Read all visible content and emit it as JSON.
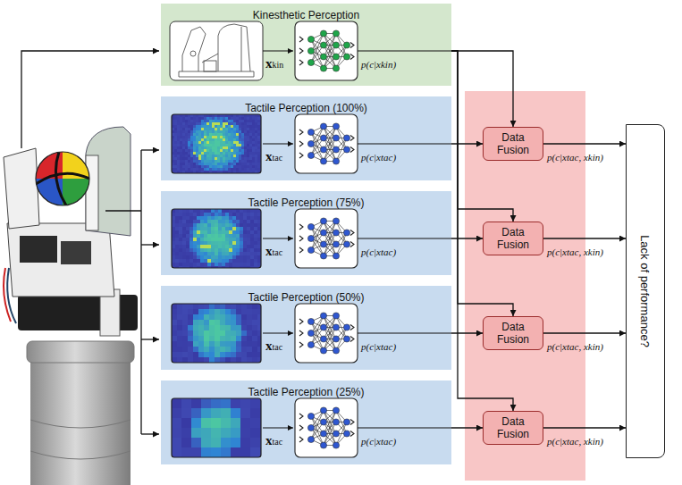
{
  "diagram": {
    "nodes": [
      {
        "text": [
          "Kinesthetic Perception",
          "xkin",
          "p(c|xkin)"
        ]
      },
      {
        "text": [
          "Tactile Perception (100%)",
          "xtac",
          "p(c|xtac)"
        ]
      },
      {
        "text": [
          "Tactile Perception (75%)",
          "xtac",
          "p(c|xtac)"
        ]
      },
      {
        "text": [
          "Tactile Perception (50%)",
          "xtac",
          "p(c|xtac)"
        ]
      },
      {
        "text": [
          "Tactile Perception (25%)",
          "xtac",
          "p(c|xtac)"
        ]
      },
      {
        "text": [
          "Data Fusion"
        ]
      },
      {
        "text": [
          "Data Fusion"
        ]
      },
      {
        "text": [
          "Data Fusion"
        ]
      },
      {
        "text": [
          "Data Fusion"
        ]
      },
      {
        "text": [
          "Lack of performance?"
        ]
      }
    ],
    "edges": [
      {
        "from": 0,
        "to": 5,
        "arrow": "to"
      },
      {
        "from": 0,
        "to": 6,
        "arrow": "to"
      },
      {
        "from": 0,
        "to": 7,
        "arrow": "to"
      },
      {
        "from": 0,
        "to": 8,
        "arrow": "to"
      },
      {
        "from": 1,
        "to": 5,
        "arrow": "to"
      },
      {
        "from": 2,
        "to": 6,
        "arrow": "to"
      },
      {
        "from": 3,
        "to": 7,
        "arrow": "to"
      },
      {
        "from": 4,
        "to": 8,
        "arrow": "to"
      },
      {
        "from": 5,
        "to": 9,
        "arrow": "to"
      },
      {
        "from": 6,
        "to": 9,
        "arrow": "to"
      },
      {
        "from": 7,
        "to": 9,
        "arrow": "to"
      },
      {
        "from": 8,
        "to": 9,
        "arrow": "to"
      }
    ],
    "labels": [
      "p(c|xtac, xkin)",
      "p(c|xtac, xkin)",
      "p(c|xtac, xkin)",
      "p(c|xtac, xkin)"
    ]
  }
}
